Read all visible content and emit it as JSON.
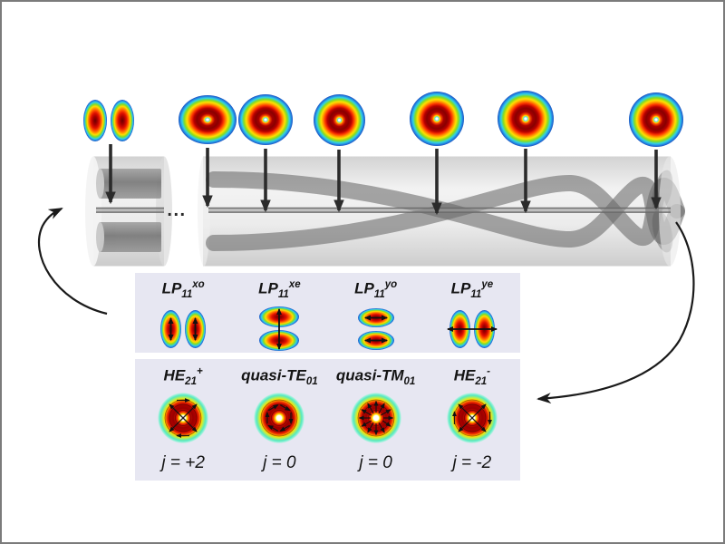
{
  "colors": {
    "panel_background": "#e7e7f2",
    "frame_border": "#7b7b7b",
    "arrow_black": "#1a1a1a",
    "fiber_gray": "#6a6a6a",
    "colormap": "jet"
  },
  "fiber": {
    "ellipsis": "...",
    "segments": [
      "straight-panda-segment",
      "chirped-twisted-segment"
    ],
    "top_profiles": [
      {
        "name": "two-lobe-mode"
      },
      {
        "name": "merging-lobes-oval"
      },
      {
        "name": "oval-donut"
      },
      {
        "name": "donut"
      },
      {
        "name": "donut"
      },
      {
        "name": "donut"
      },
      {
        "name": "donut"
      }
    ]
  },
  "panel_lp": {
    "modes": [
      {
        "base": "LP",
        "sub": "11",
        "sup": "xo"
      },
      {
        "base": "LP",
        "sub": "11",
        "sup": "xe"
      },
      {
        "base": "LP",
        "sub": "11",
        "sup": "yo"
      },
      {
        "base": "LP",
        "sub": "11",
        "sup": "ye"
      }
    ]
  },
  "panel_vec": {
    "modes": [
      {
        "base": "HE",
        "sub": "21",
        "sup": "+",
        "j": "j = +2"
      },
      {
        "base": "quasi-TE",
        "sub": "01",
        "sup": "",
        "j": "j = 0"
      },
      {
        "base": "quasi-TM",
        "sub": "01",
        "sup": "",
        "j": "j = 0"
      },
      {
        "base": "HE",
        "sub": "21",
        "sup": "-",
        "j": "j = -2"
      }
    ]
  }
}
